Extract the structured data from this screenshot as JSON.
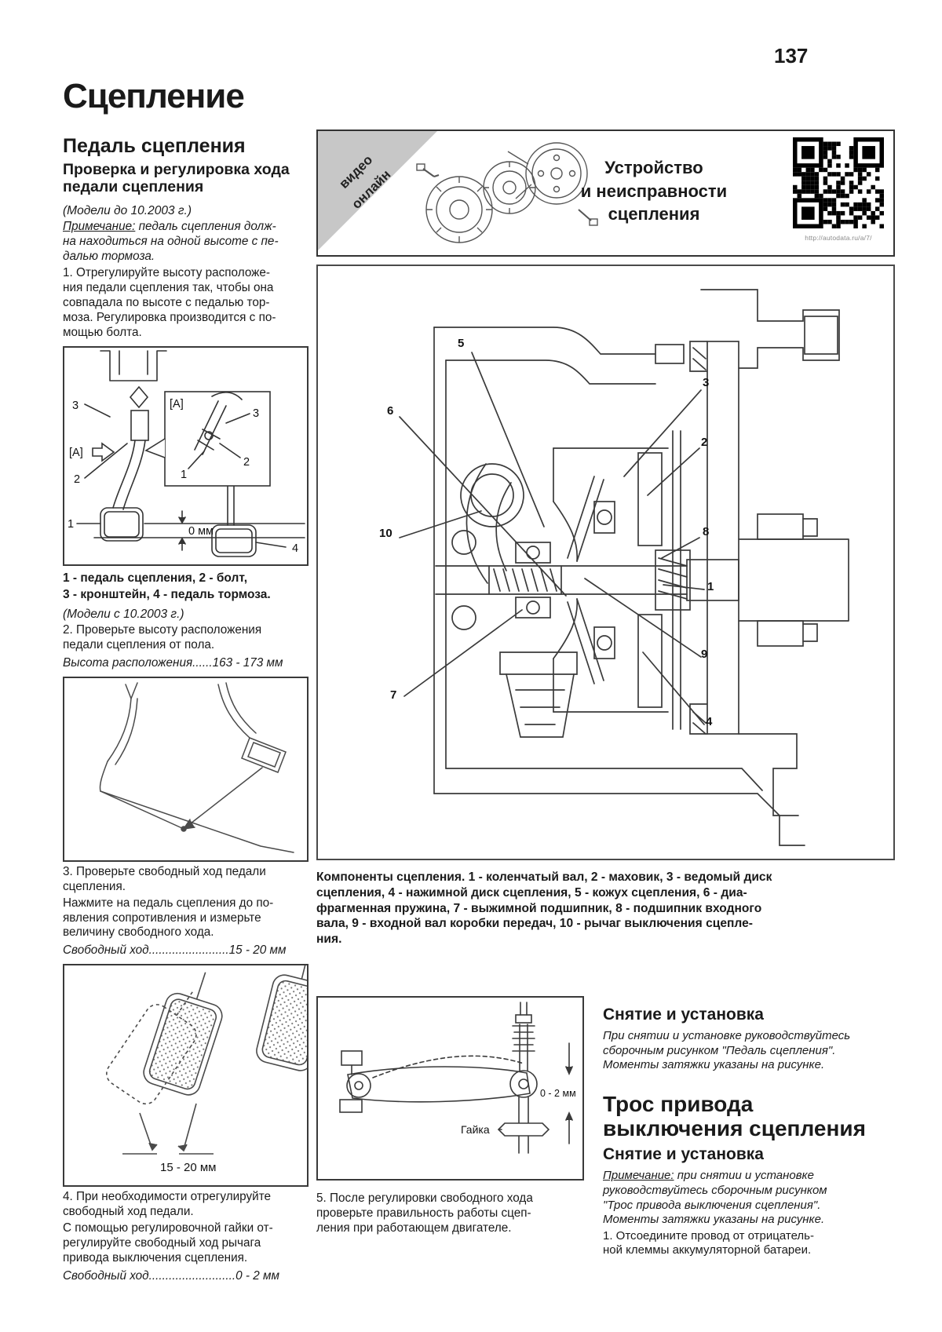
{
  "page": {
    "number": "137",
    "title": "Сцепление"
  },
  "left": {
    "heading": "Педаль сцепления",
    "subheading": "Проверка и регулировка хода\nпедали сцепления",
    "models_note_1": "(Модели до 10.2003 г.)",
    "note1_label": "Примечание:",
    "note1_text": " педаль сцепления долж-\nна находиться на одной высоте с пе-\nдалью тормоза.",
    "step1": "1. Отрегулируйте высоту расположе-\nния педали сцепления так, чтобы она\nсовпадала по высоте с педалью тор-\nмоза. Регулировка производится с по-\nмощью болта.",
    "fig1_caption": "1 - педаль сцепления, 2 - болт,\n3 - кронштейн, 4 - педаль тормоза.",
    "models_note_2": "(Модели с 10.2003 г.)",
    "step2": "2. Проверьте высоту расположения\nпедали сцепления от пола.",
    "spec_height": "Высота расположения......163 - 173 мм",
    "step3": "3. Проверьте свободный ход педали\nсцепления.",
    "step3b": "Нажмите на педаль сцепления до по-\nявления сопротивления и измерьте\nвеличину свободного хода.",
    "spec_freeplay": "Свободный ход........................15 - 20 мм",
    "step4": "4. При необходимости отрегулируйте\nсвободный ход педали.",
    "step4b": "С помощью регулировочной гайки от-\nрегулируйте свободный ход рычага\nпривода выключения сцепления.",
    "spec_freeplay2": "Свободный ход..........................0 - 2 мм"
  },
  "banner": {
    "corner_line1": "видео",
    "corner_line2": "онлайн",
    "title": "Устройство\nи неисправности\nсцепления",
    "qr_url": "http://autodata.ru/a/7/"
  },
  "figures": {
    "fig1": {
      "labels": {
        "l3": "3",
        "lA": "[A]",
        "l2": "2",
        "l1": "1",
        "l4": "4",
        "dim": "0 мм",
        "insetA": "[A]",
        "inset3": "3",
        "inset2": "2",
        "inset1": "1"
      }
    },
    "fig3": {
      "dim": "15 - 20 мм"
    },
    "lever": {
      "nut_label": "Гайка",
      "dim": "0 - 2 мм"
    },
    "main": {
      "callouts": {
        "c1": "1",
        "c2": "2",
        "c3": "3",
        "c4": "4",
        "c5": "5",
        "c6": "6",
        "c7": "7",
        "c8": "8",
        "c9": "9",
        "c10": "10"
      }
    }
  },
  "main_caption": "Компоненты сцепления. 1 - коленчатый вал, 2 - маховик, 3 - ведомый диск\nсцепления, 4 - нажимной диск сцепления, 5 - кожух сцепления, 6 - диа-\nфрагменная пружина, 7 - выжимной подшипник, 8 - подшипник входного\nвала, 9 - входной вал коробки передач, 10 - рычаг выключения сцепле-\nния.",
  "step5": "5. После регулировки свободного хода\nпроверьте правильность работы сцеп-\nления при работающем двигателе.",
  "right": {
    "removal_heading": "Снятие и установка",
    "removal_text": "При снятии и установке руководствуйтесь\nсборочным рисунком \"Педаль сцепления\".\nМоменты затяжки указаны на рисунке.",
    "cable_heading": "Трос привода\nвыключения сцепления",
    "cable_sub": "Снятие и установка",
    "note2_label": "Примечание:",
    "note2_text": " при снятии и установке\nруководствуйтесь сборочным рисунком\n\"Трос привода выключения сцепления\".\nМоменты затяжки указаны на рисунке.",
    "step1": "1. Отсоедините провод от отрицатель-\nной клеммы аккумуляторной батареи."
  }
}
